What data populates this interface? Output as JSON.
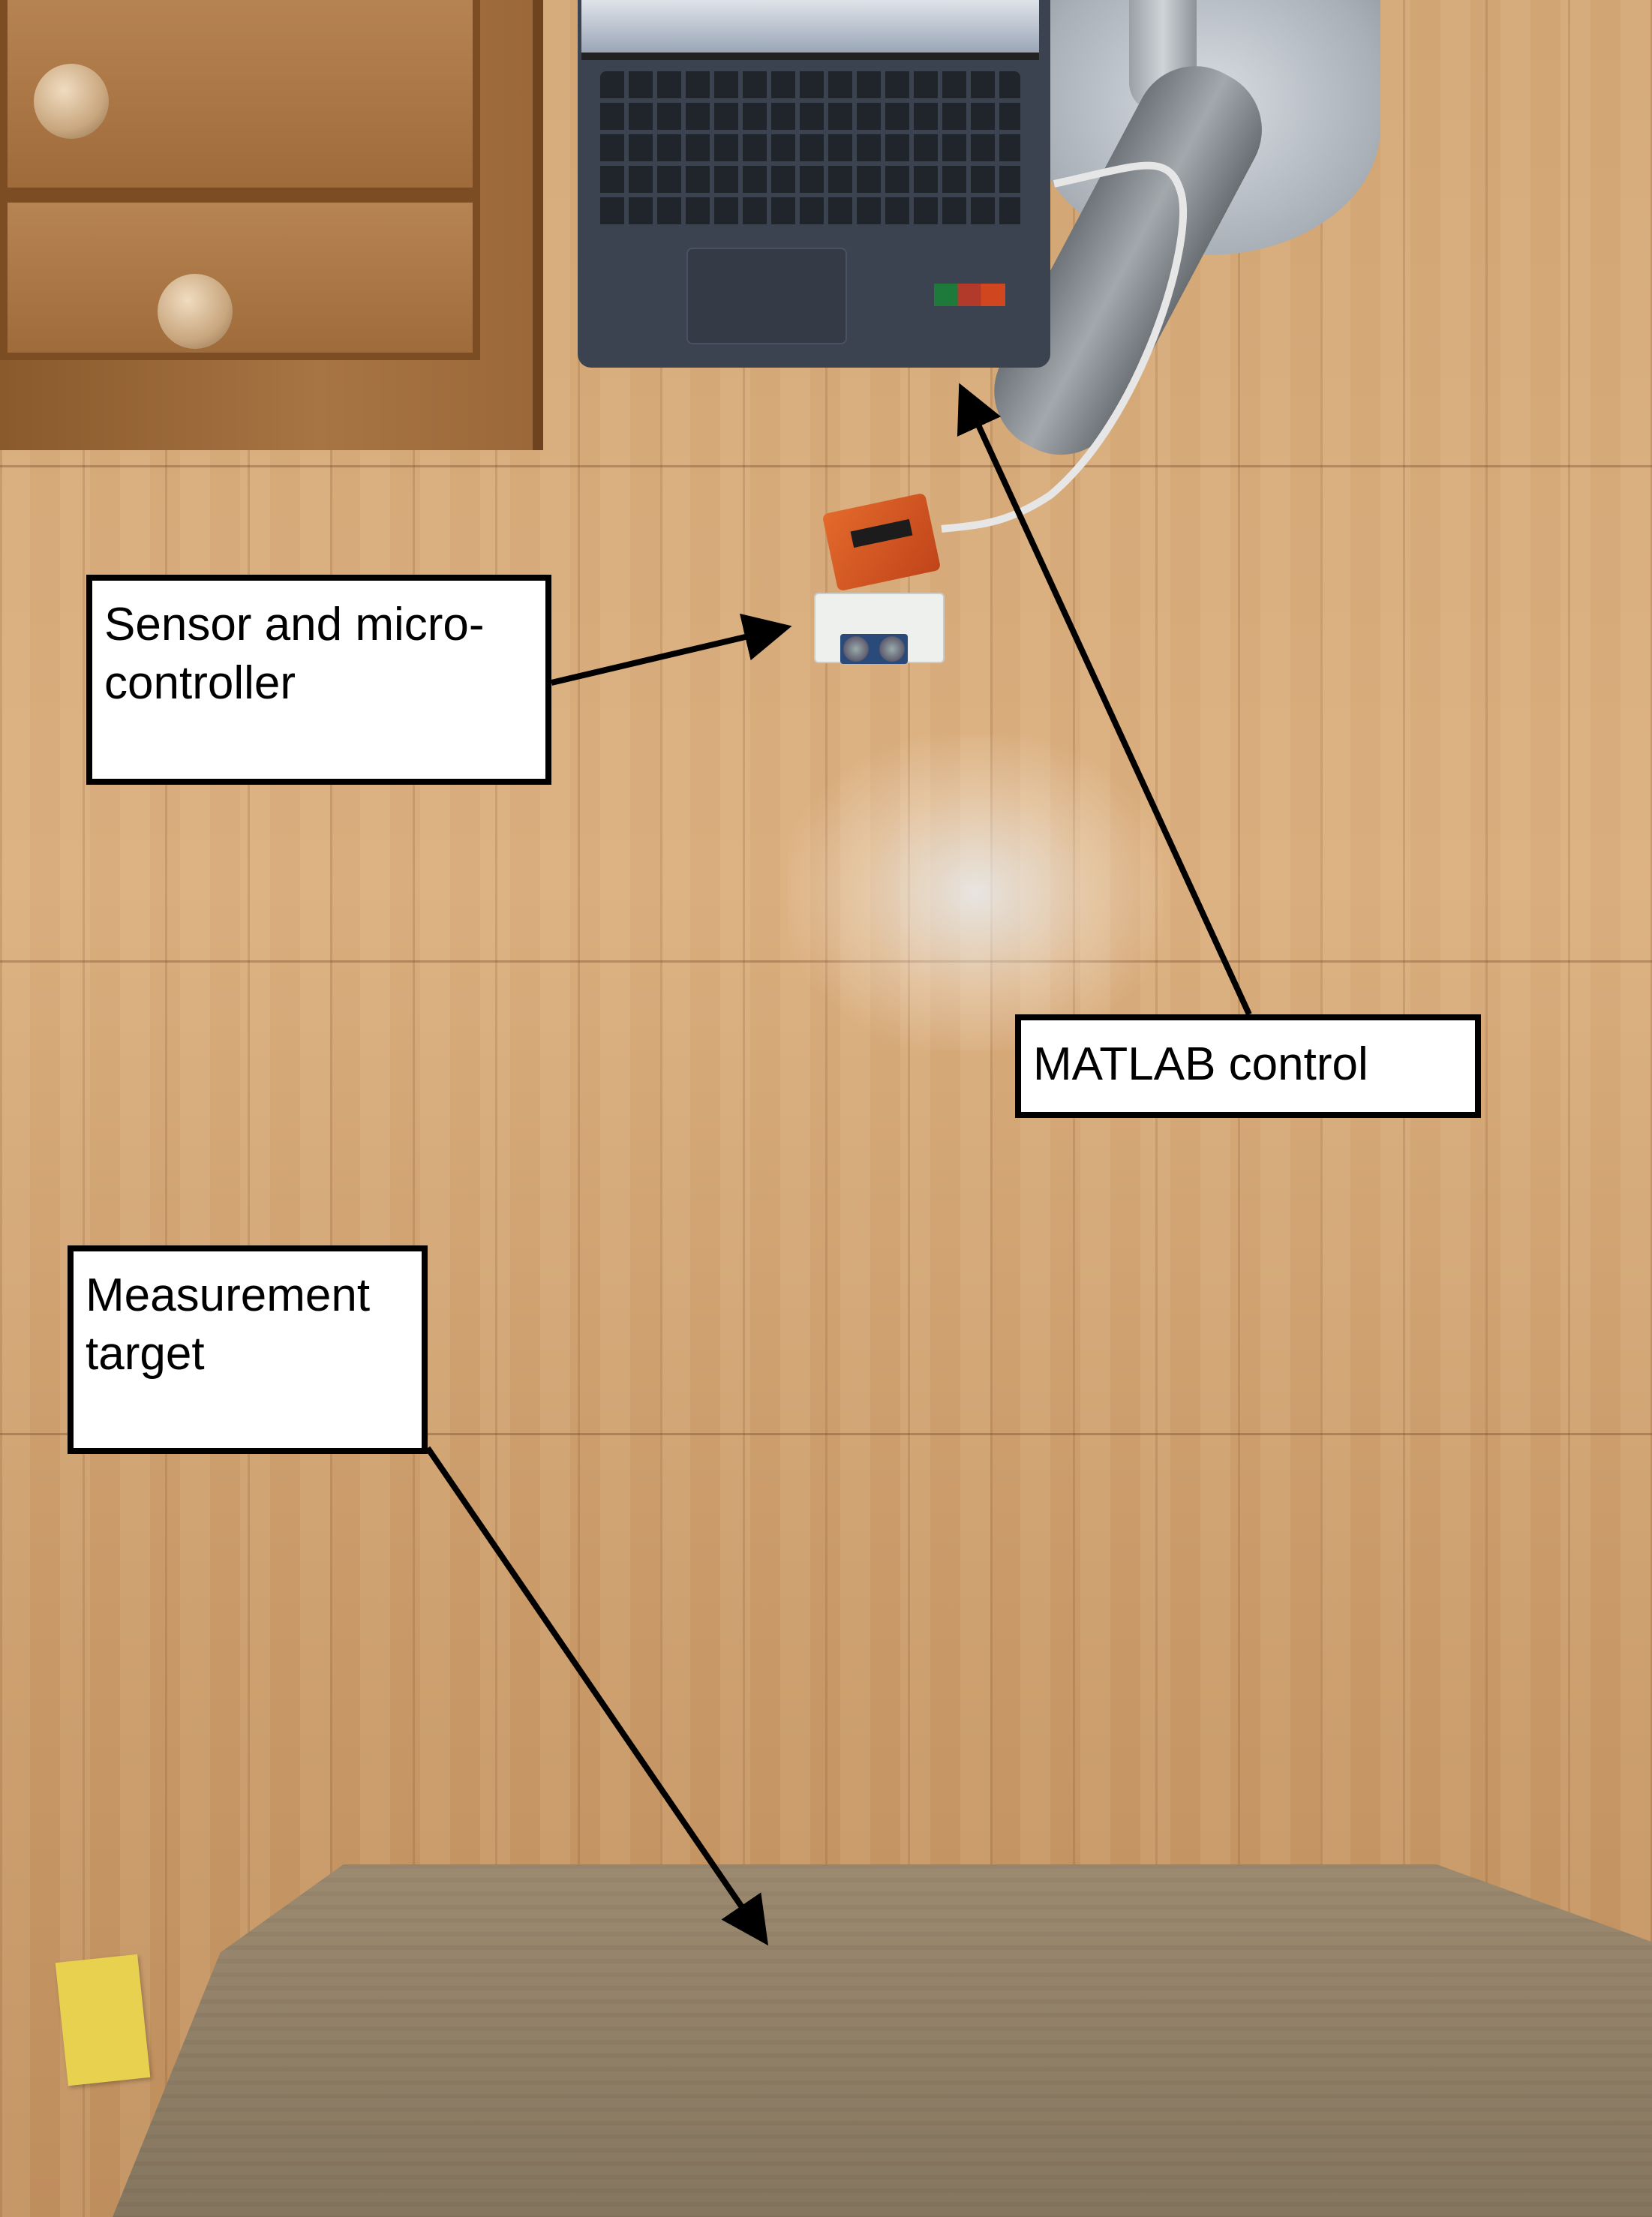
{
  "annotations": {
    "sensor": "Sensor and micro-controller",
    "matlab": "MATLAB control",
    "target": "Measurement target"
  },
  "colors": {
    "floor": "#d2a574",
    "label_border": "#000000",
    "label_background": "#ffffff",
    "arrow": "#000000"
  }
}
